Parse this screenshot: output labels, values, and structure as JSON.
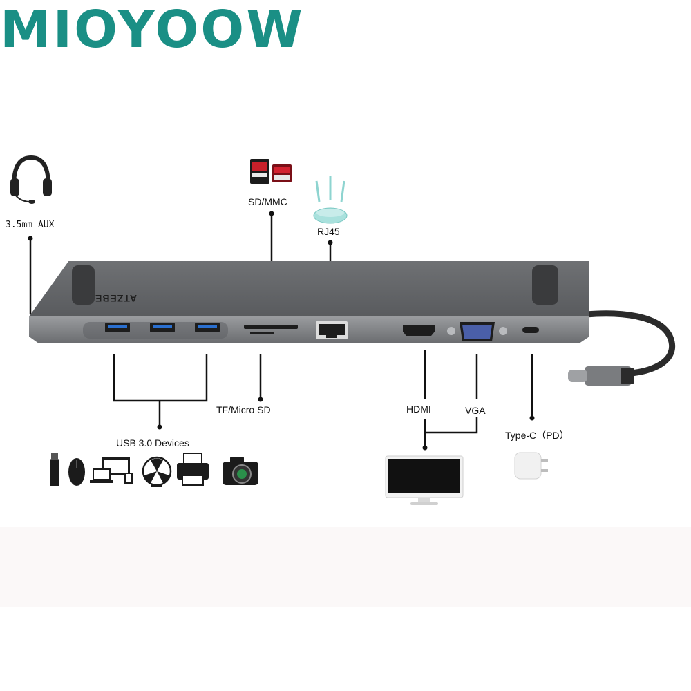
{
  "brand": {
    "text": "MIOYOOW",
    "color": "#1a8f85"
  },
  "product": {
    "engraving": "ATZEBE",
    "body_color": "#6b6d70"
  },
  "labels": {
    "aux": "3.5mm AUX",
    "sd_mmc": "SD/MMC",
    "rj45": "RJ45",
    "tf_micro_sd": "TF/Micro SD",
    "usb_devices": "USB 3.0 Devices",
    "hdmi": "HDMI",
    "vga": "VGA",
    "type_c": "Type-C（PD）"
  },
  "icons": {
    "headset": "headset-icon",
    "memory_cards": "sd-card-icon",
    "router": "router-icon",
    "usb_devices": [
      "usb-drive-icon",
      "mouse-icon",
      "computer-icon",
      "fan-icon",
      "printer-icon",
      "camera-icon"
    ],
    "monitor": "monitor-icon",
    "charger": "charger-icon"
  }
}
